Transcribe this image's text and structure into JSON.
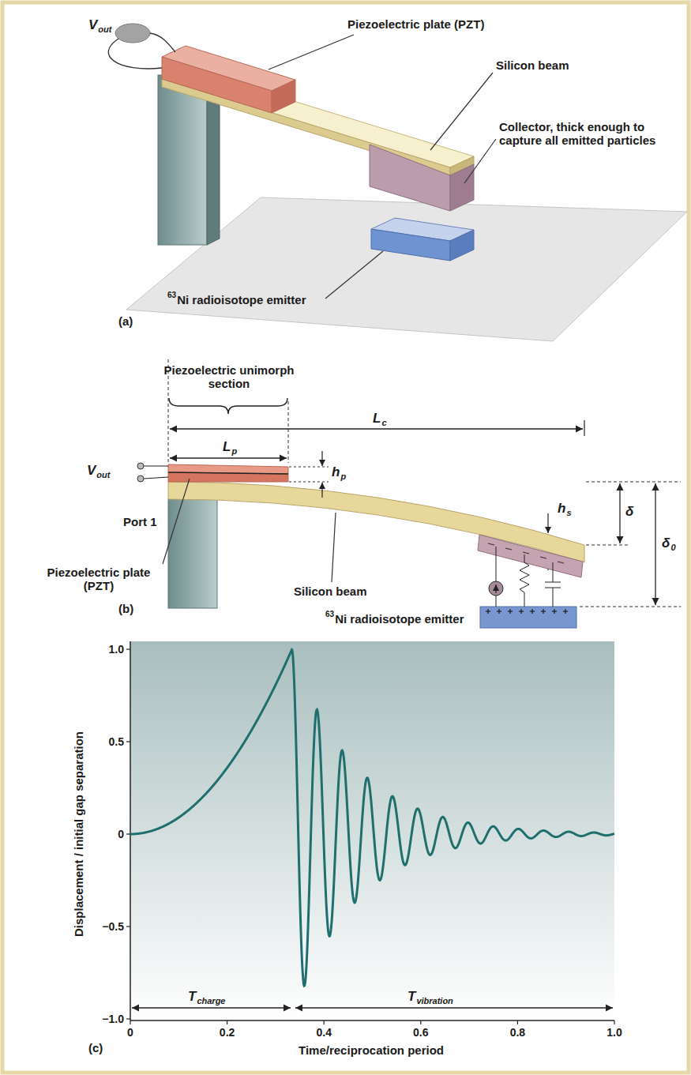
{
  "diagram": {
    "labels": [
      "(a)",
      "V",
      "out",
      "Piezoelectric plate (PZT)",
      "Silicon beam",
      "Collector, thick enough to capture all emitted particles",
      "63",
      "Ni radioisotope emitter",
      "Piezoelectric unimorph section",
      "L",
      "c",
      "L",
      "p",
      "V",
      "out",
      "h",
      "p",
      "h",
      "s",
      "δ",
      "δ",
      "0",
      "Port 1",
      "Piezoelectric plate (PZT)",
      "Silicon beam",
      "63",
      "Ni radioisotope emitter",
      "(b)",
      "Displacement / initial gap separation",
      "1.0",
      "0.5",
      "0",
      "−0.5",
      "−1.0",
      "0",
      "0.2",
      "0.4",
      "0.6",
      "0.8",
      "1.0",
      "Time/reciprocation period",
      "T",
      "charge",
      "T",
      "vibration",
      "(c)"
    ]
  }
}
